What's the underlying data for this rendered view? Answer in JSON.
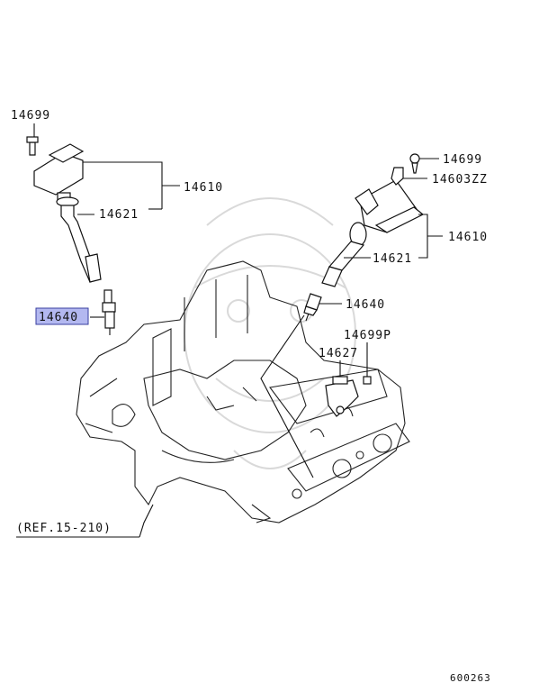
{
  "diagram": {
    "labels": {
      "bolt_left": "14699",
      "coil_left": "14610",
      "boot_left": "14621",
      "plug_left": "14640",
      "bolt_right": "14699",
      "bracket_right": "14603ZZ",
      "coil_right": "14610",
      "boot_right": "14621",
      "plug_right": "14640",
      "sensor_bolt": "14699P",
      "sensor": "14627",
      "reference": "(REF.15-210)",
      "figure_number": "600263"
    },
    "highlight_color": "#b3b8f0",
    "highlight_border": "#3a3fa0"
  }
}
